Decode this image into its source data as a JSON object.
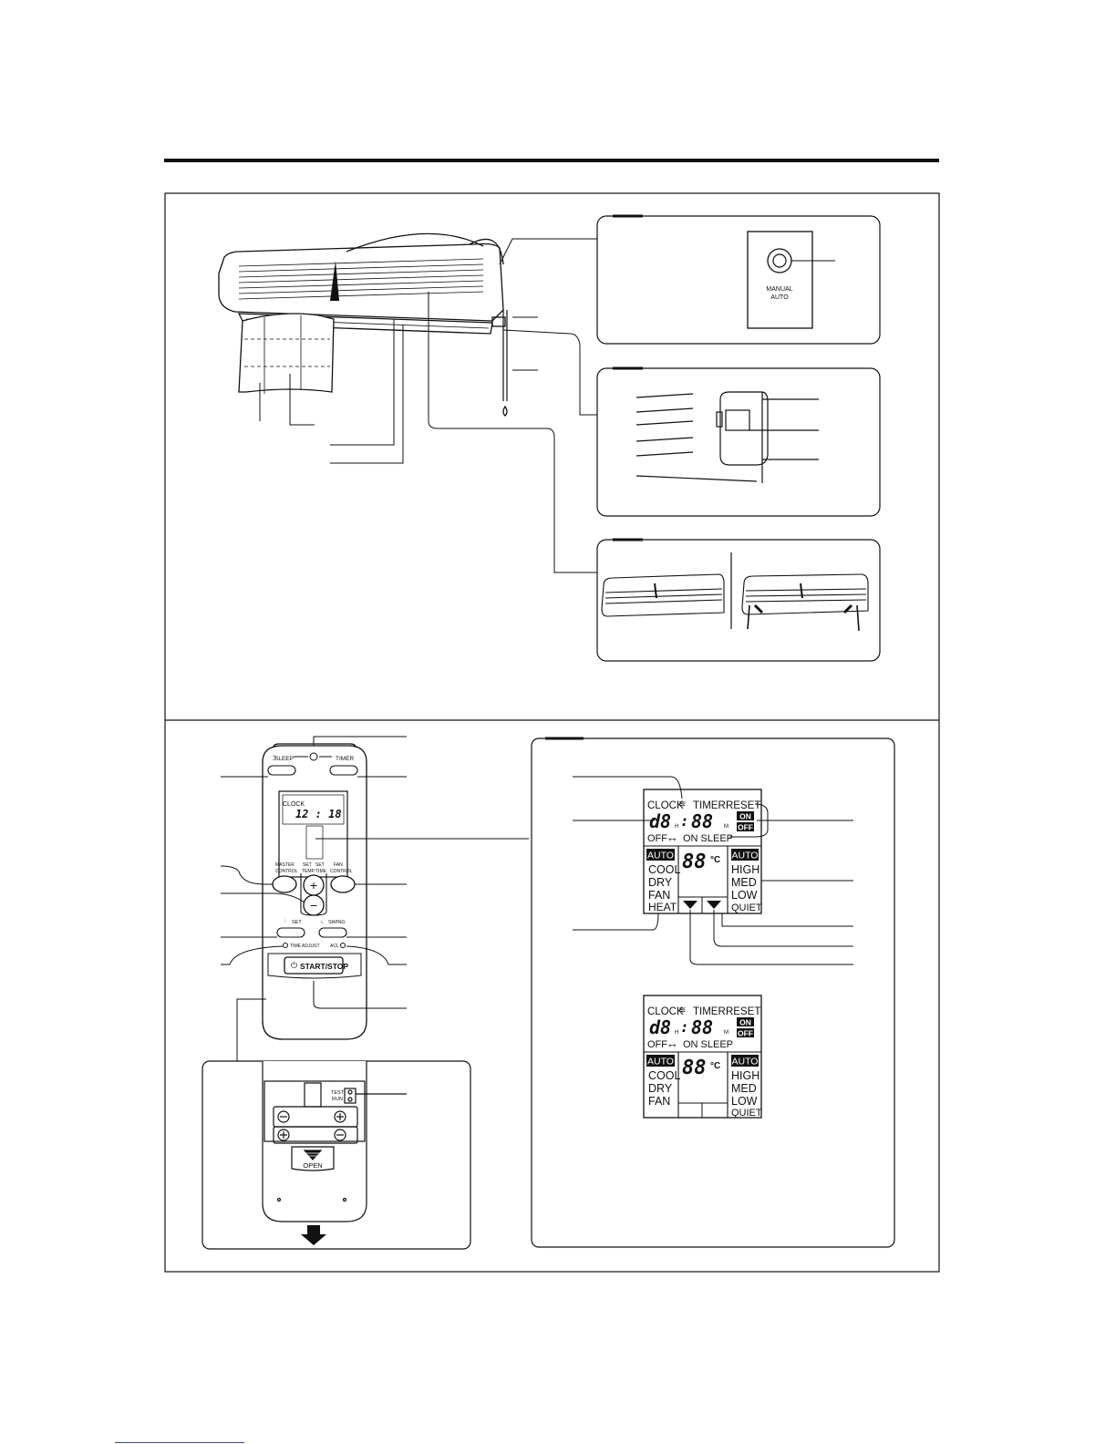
{
  "indoor_unit": {
    "manual_auto_label_1": "MANUAL",
    "manual_auto_label_2": "AUTO"
  },
  "remote_control": {
    "sleep_label": "SLEEP",
    "timer_label": "TIMER",
    "lcd_clock_label": "CLOCK",
    "lcd_time": "12 : 18",
    "master_control_1": "MASTER",
    "master_control_2": "CONTROL",
    "set_temp_1": "SET",
    "set_temp_2": "TEMP.",
    "set_time_1": "SET",
    "set_time_2": "TIME",
    "fan_control_1": "FAN",
    "fan_control_2": "CONTROL",
    "plus": "+",
    "minus": "−",
    "set_label": "SET",
    "swing_label": "SWING",
    "time_adjust_label": "TIME ADJUST",
    "acl_label": "ACL",
    "start_stop_label": "START/STOP",
    "test_run_1": "TEST",
    "test_run_2": "RUN",
    "open_label": "OPEN"
  },
  "display_panel": {
    "clock": "CLOCK",
    "timer": "TIMER",
    "reset": "RESET",
    "time_digits": "d8",
    "h": "H",
    "colon": ":",
    "min_digits": "88",
    "m": "M",
    "on": "ON",
    "off_badge": "OFF",
    "off": "OFF",
    "arrow": "↔",
    "on_sleep": "ON SLEEP",
    "modes": [
      "AUTO",
      "COOL",
      "DRY",
      "FAN",
      "HEAT"
    ],
    "temp_digits": "88",
    "deg_c": "°C",
    "fan_speeds": [
      "AUTO",
      "HIGH",
      "MED",
      "LOW",
      "QUIET"
    ]
  },
  "display_panel_2": {
    "clock": "CLOCK",
    "timer": "TIMER",
    "reset": "RESET",
    "time_digits": "d8",
    "h": "H",
    "colon": ":",
    "min_digits": "88",
    "m": "M",
    "on": "ON",
    "off_badge": "OFF",
    "off": "OFF",
    "arrow": "↔",
    "on_sleep": "ON SLEEP",
    "modes": [
      "AUTO",
      "COOL",
      "DRY",
      "FAN"
    ],
    "temp_digits": "88",
    "deg_c": "°C",
    "fan_speeds": [
      "AUTO",
      "HIGH",
      "MED",
      "LOW",
      "QUIET"
    ]
  }
}
